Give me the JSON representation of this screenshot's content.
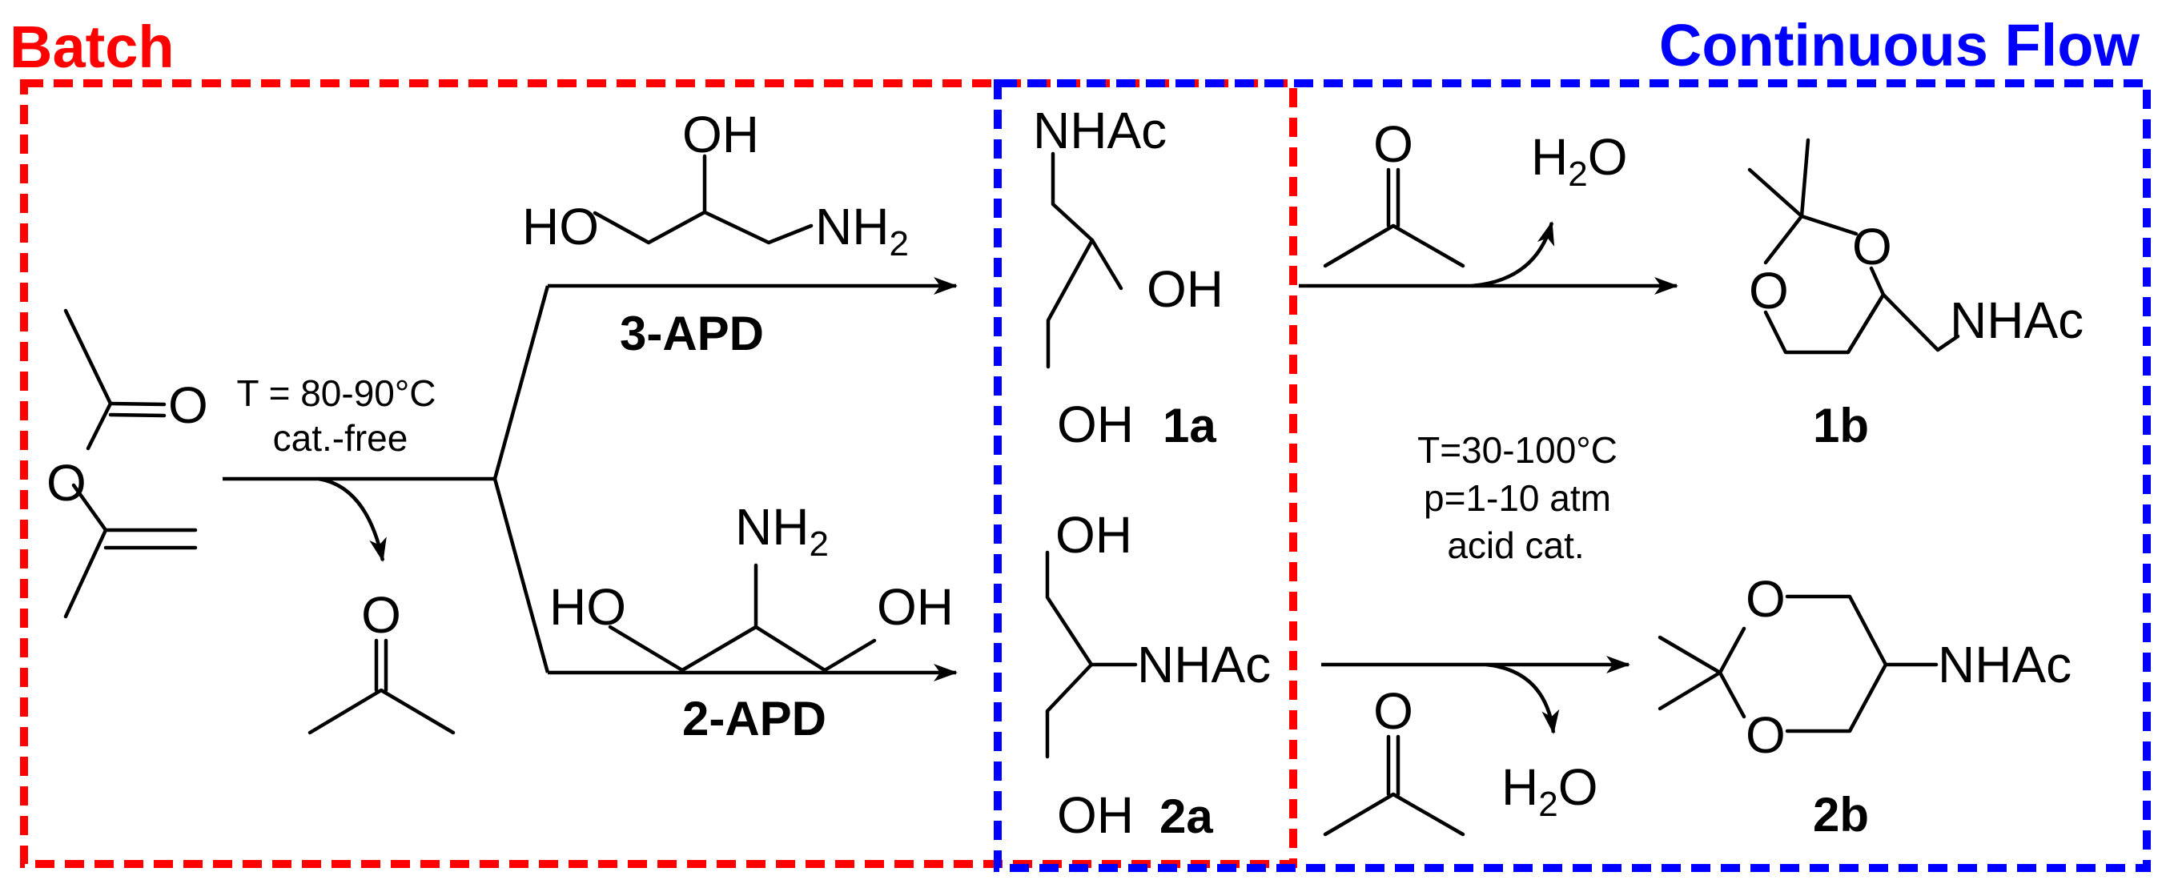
{
  "headers": {
    "batch": "Batch",
    "flow": "Continuous Flow"
  },
  "colors": {
    "batch": "#ff0000",
    "flow": "#0000ff",
    "ink": "#000000"
  },
  "conditions": {
    "batch_temp": "T = 80-90°C",
    "batch_cat": "cat.-free",
    "flow_temp": "T=30-100°C",
    "flow_pressure": "p=1-10 atm",
    "flow_cat": "acid cat."
  },
  "reagent_labels": {
    "top": "3-APD",
    "bottom": "2-APD"
  },
  "compound_labels": {
    "c1a": "1a",
    "c1b": "1b",
    "c2a": "2a",
    "c2b": "2b"
  },
  "atoms": {
    "O": "O",
    "OH": "OH",
    "HO": "HO",
    "NH": "NH",
    "H": "H",
    "sub2": "2",
    "NHAc": "NHAc"
  }
}
